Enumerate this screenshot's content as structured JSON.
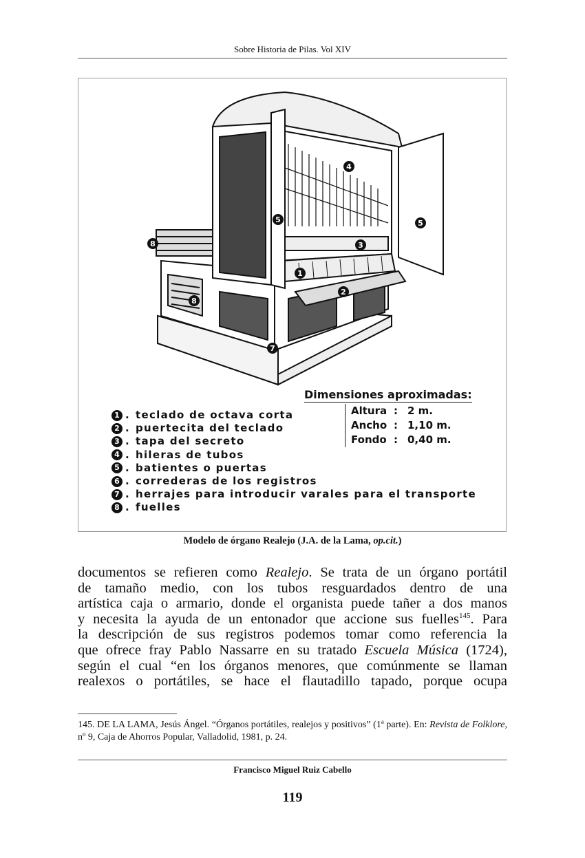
{
  "header": {
    "title": "Sobre Historia de Pilas. Vol XIV"
  },
  "figure": {
    "callouts": [
      "1",
      "2",
      "3",
      "4",
      "5",
      "5",
      "7",
      "8",
      "8"
    ],
    "dimensions_title": "Dimensiones aproximadas:",
    "dimensions": [
      {
        "label": "Altura",
        "value": "2 m."
      },
      {
        "label": "Ancho",
        "value": "1,10 m."
      },
      {
        "label": "Fondo",
        "value": "0,40 m."
      }
    ],
    "legend": [
      {
        "num": "1",
        "text": "teclado de octava corta"
      },
      {
        "num": "2",
        "text": "puertecita del teclado"
      },
      {
        "num": "3",
        "text": "tapa del secreto"
      },
      {
        "num": "4",
        "text": "hileras de tubos"
      },
      {
        "num": "5",
        "text": "batientes o puertas"
      },
      {
        "num": "6",
        "text": "correderas de los registros"
      },
      {
        "num": "7",
        "text": "herrajes para introducir varales para el transporte"
      },
      {
        "num": "8",
        "text": "fuelles"
      }
    ],
    "caption_main": "Modelo de órgano Realejo (J.A. de la Lama, ",
    "caption_italic": "op.cit.",
    "caption_end": ")"
  },
  "body": {
    "l1a": "documentos se refieren como ",
    "l1b": "Realejo",
    "l1c": ". Se trata de un órgano portátil",
    "l2": "de tamaño medio, con los tubos resguardados dentro de una",
    "l3": "artística caja o armario, donde el organista puede tañer a dos manos",
    "l4a": "y necesita la ayuda de un entonador que accione sus fuelles",
    "l4sup": "145",
    "l4b": ". Para",
    "l5": "la descripción de sus registros podemos tomar como referencia la",
    "l6a": "que ofrece fray Pablo Nassarre en su tratado ",
    "l6b": "Escuela Música",
    "l6c": " (1724),",
    "l7": "según el cual “en los órganos menores, que comúnmente se llaman",
    "l8": "realexos o portátiles, se hace el flautadillo tapado, porque ocupa"
  },
  "footnote": {
    "a": "145. DE LA LAMA, Jesús Ángel. “Órganos portátiles, realejos y positivos” (1ª parte). En: ",
    "b": "Revista de Folklore",
    "c": ", nº 9, Caja de Ahorros Popular, Valladolid, 1981, p. 24."
  },
  "footer": {
    "author": "Francisco Miguel Ruiz Cabello",
    "page": "119"
  }
}
